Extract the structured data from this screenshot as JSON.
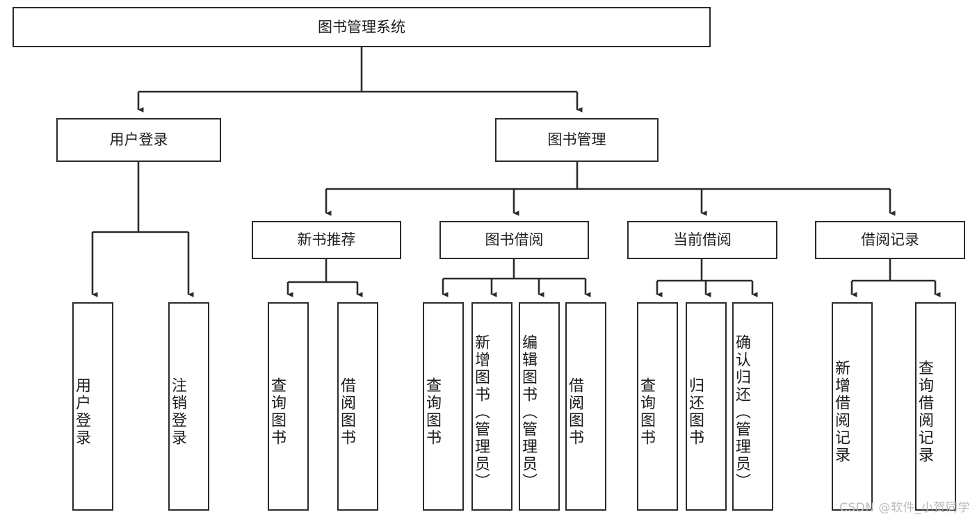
{
  "diagram": {
    "title": "图书管理系统",
    "type": "tree-hierarchy",
    "root": {
      "id": "root",
      "label": "图书管理系统"
    },
    "level2": [
      {
        "id": "user-login",
        "label": "用户登录"
      },
      {
        "id": "book-management",
        "label": "图书管理"
      }
    ],
    "level3": [
      {
        "id": "new-book-recommend",
        "label": "新书推荐",
        "parent": "book-management"
      },
      {
        "id": "book-borrow",
        "label": "图书借阅",
        "parent": "book-management"
      },
      {
        "id": "current-borrow",
        "label": "当前借阅",
        "parent": "book-management"
      },
      {
        "id": "borrow-record",
        "label": "借阅记录",
        "parent": "book-management"
      }
    ],
    "leaves": {
      "user_login": [
        {
          "id": "leaf-user-login",
          "label": "用户登录"
        },
        {
          "id": "leaf-logout-login",
          "label": "注销登录"
        }
      ],
      "new_book_recommend": [
        {
          "id": "leaf-query-book-1",
          "label": "查询图书"
        },
        {
          "id": "leaf-borrow-book-1",
          "label": "借阅图书"
        }
      ],
      "book_borrow": [
        {
          "id": "leaf-query-book-2",
          "label": "查询图书"
        },
        {
          "id": "leaf-add-book",
          "label": "新增图书（管理员）"
        },
        {
          "id": "leaf-edit-book",
          "label": "编辑图书（管理员）"
        },
        {
          "id": "leaf-borrow-book-2",
          "label": "借阅图书"
        }
      ],
      "current_borrow": [
        {
          "id": "leaf-query-book-3",
          "label": "查询图书"
        },
        {
          "id": "leaf-return-book",
          "label": "归还图书"
        },
        {
          "id": "leaf-confirm-return",
          "label": "确认归还（管理员）"
        }
      ],
      "borrow_record": [
        {
          "id": "leaf-add-borrow-record",
          "label": "新增借阅记录"
        },
        {
          "id": "leaf-query-borrow-record",
          "label": "查询借阅记录"
        }
      ]
    },
    "colors": {
      "stroke": "#2b2b2b",
      "fill": "#ffffff",
      "text": "#1b1b1b",
      "watermark": "#b9b9b9"
    }
  },
  "watermark": {
    "text": "CSDN @软件_小贺同学"
  }
}
